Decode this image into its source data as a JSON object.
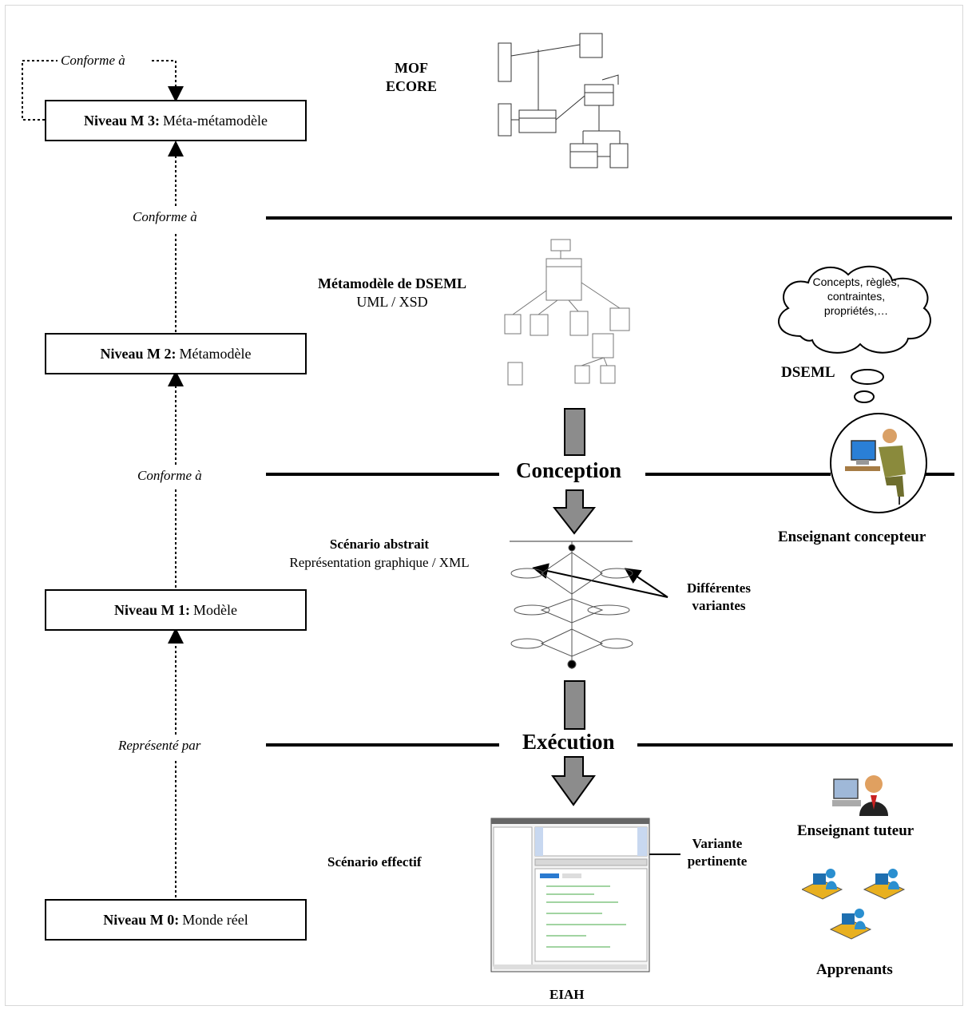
{
  "levels": {
    "m3": {
      "code": "Niveau M 3:",
      "name": "Méta-métamodèle"
    },
    "m2": {
      "code": "Niveau M 2:",
      "name": "Métamodèle"
    },
    "m1": {
      "code": "Niveau M 1:",
      "name": "Modèle"
    },
    "m0": {
      "code": "Niveau M 0:",
      "name": "Monde réel"
    }
  },
  "relations": {
    "self": "Conforme à",
    "m2_m3": "Conforme à",
    "m1_m2": "Conforme à",
    "m0_m1": "Représenté par"
  },
  "metamodels": {
    "m3_line1": "MOF",
    "m3_line2": "ECORE",
    "m2_line1": "Métamodèle de DSEML",
    "m2_line2": "UML / XSD"
  },
  "phases": {
    "conception": "Conception",
    "execution": "Exécution"
  },
  "scenarios": {
    "abstract_title": "Scénario abstrait",
    "abstract_sub": "Représentation graphique / XML",
    "variants_1": "Différentes",
    "variants_2": "variantes",
    "effective_title": "Scénario effectif",
    "relevant_1": "Variante",
    "relevant_2": "pertinente",
    "eiah": "EIAH"
  },
  "actors": {
    "thought_1": "Concepts, règles,",
    "thought_2": "contraintes,",
    "thought_3": "propriétés,…",
    "dseml": "DSEML",
    "designer": "Enseignant concepteur",
    "tutor": "Enseignant tuteur",
    "learners": "Apprenants"
  }
}
